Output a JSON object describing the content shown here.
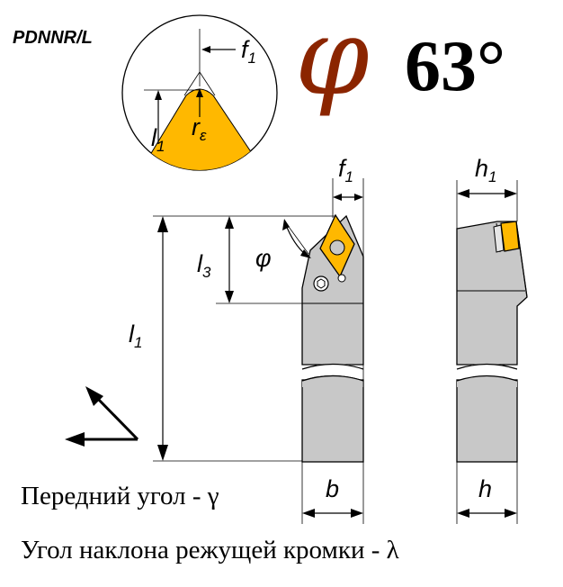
{
  "header": {
    "code": "PDNNR/L",
    "phi_symbol": "φ",
    "angle_value": "63°"
  },
  "labels": {
    "f1": "f",
    "f1_sub": "1",
    "l1": "l",
    "l1_sub": "1",
    "r_eps": "r",
    "r_eps_sub": "ε",
    "h1": "h",
    "h1_sub": "1",
    "l3": "l",
    "l3_sub": "3",
    "phi": "φ",
    "b": "b",
    "h": "h"
  },
  "captions": {
    "rake_angle": "Передний угол - γ",
    "inclination_angle": "Угол наклона режущей кромки - λ"
  },
  "colors": {
    "insert": "#FFB800",
    "body": "#C8C8C8",
    "phi_red": "#8B2500"
  }
}
